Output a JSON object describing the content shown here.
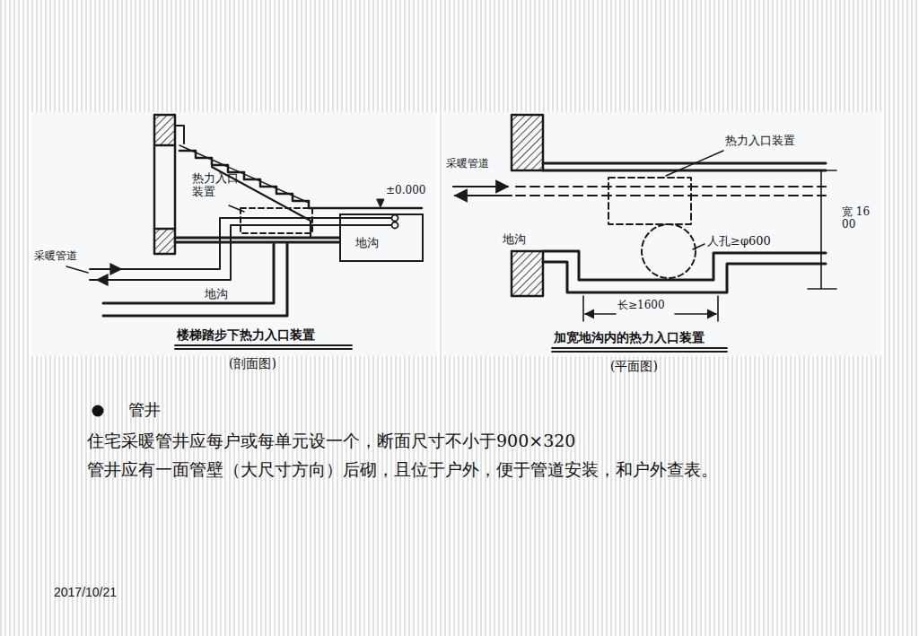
{
  "diagram": {
    "nodes": [
      {
        "text": [
          "地沟"
        ]
      }
    ],
    "labels": [
      "热力入口 装置",
      "±0.000",
      "采暖管道",
      "地沟",
      "楼梯踏步下热力入口装置",
      "热力入口装置",
      "采暖管道",
      "宽 1600",
      "人孔≥φ600",
      "地沟",
      "长≥1600",
      "加宽地沟内的热力入口装置",
      "(剖面图)",
      "(平面图)",
      "管井",
      "住宅采暖管井应每户或每单元设一个，断面尺寸不小于900×320",
      "管井应有一面管壁（大尺寸方向）后砌，且位于户外，便于管道安装，和户外查表。",
      "2017/10/21"
    ]
  }
}
